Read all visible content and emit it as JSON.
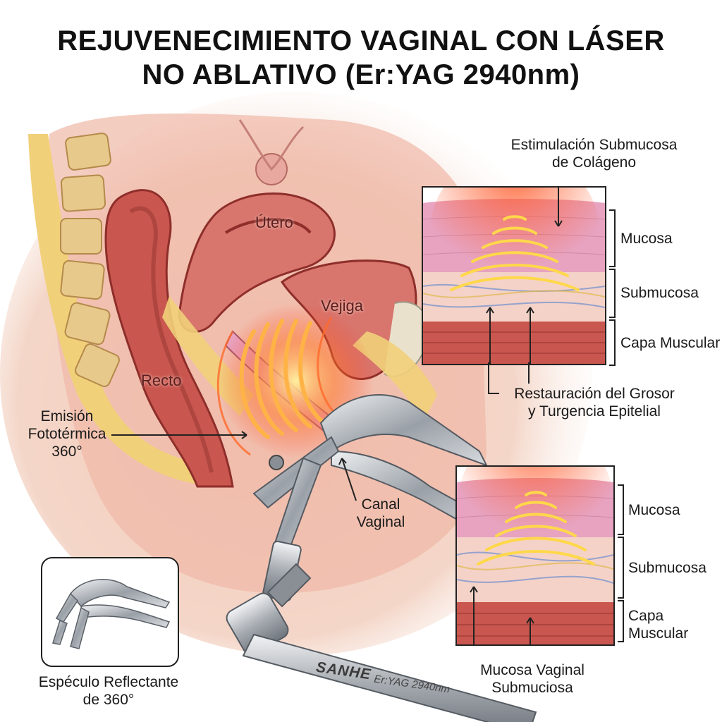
{
  "title": {
    "line1": "REJUVENECIMIENTO VAGINAL CON LÁSER",
    "line2": "NO ABLATIVO (Er:YAG 2940nm)"
  },
  "organs": {
    "utero": "Útero",
    "vejiga": "Vejiga",
    "recto": "Recto"
  },
  "callouts": {
    "emision": [
      "Emisión",
      "Fototérmica",
      "360°"
    ],
    "canal": [
      "Canal",
      "Vaginal"
    ],
    "estimulacion": [
      "Estimulación Submucosa",
      "de Colágeno"
    ],
    "restauracion": [
      "Restauración del Grosor",
      "y Turgencia Epitelial"
    ],
    "mucosa_vaginal": [
      "Mucosa Vaginal",
      "Submuciosa"
    ],
    "especulo": [
      "Espéculo Reflectante",
      "de 360°"
    ]
  },
  "inset_top": {
    "layers": [
      "Mucosa",
      "Submucosa",
      "Capa Muscular"
    ]
  },
  "inset_bottom": {
    "layers": [
      "Mucosa",
      "Submucosa",
      "Capa",
      "Muscular"
    ]
  },
  "device": {
    "brand": "SANHE",
    "model": "Er:YAG 2940nm"
  },
  "colors": {
    "laser": "#ff8a3a",
    "laser_core": "#ffd84a",
    "tissue": "#d9706a",
    "mucosa": "#e7a3c0",
    "muscle": "#c9574f",
    "fat": "#f3d27a",
    "metal": "#b8bcc2"
  }
}
